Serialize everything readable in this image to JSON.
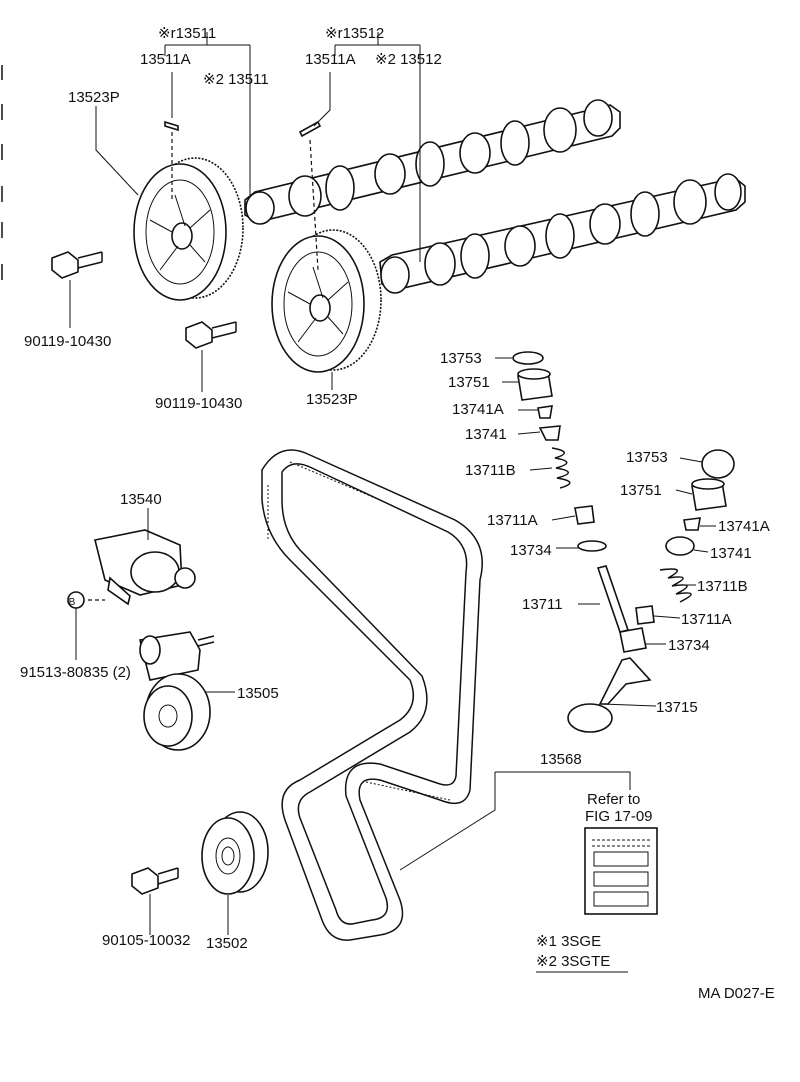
{
  "labels": {
    "p13511_star": "※r13511",
    "p13511A_left": "13511A",
    "p13511_star2": "※2 13511",
    "p13512_star": "※r13512",
    "p13511A_right": "13511A",
    "p13512_star2": "※2 13512",
    "p13523P_left": "13523P",
    "p13523P_right": "13523P",
    "p90119_left": "90119-10430",
    "p90119_right": "90119-10430",
    "p13753_a": "13753",
    "p13751_a": "13751",
    "p13741A_a": "13741A",
    "p13741_a": "13741",
    "p13711B_a": "13711B",
    "p13711A_a": "13711A",
    "p13734_a": "13734",
    "p13711": "13711",
    "p13753_b": "13753",
    "p13751_b": "13751",
    "p13741A_b": "13741A",
    "p13741_b": "13741",
    "p13711B_b": "13711B",
    "p13711A_b": "13711A",
    "p13734_b": "13734",
    "p13715": "13715",
    "p13540": "13540",
    "p91513": "91513-80835 (2)",
    "b_marker": "B",
    "p13505": "13505",
    "p13568": "13568",
    "refer_to": "Refer to",
    "fig_ref": "FIG 17-09",
    "p90105": "90105-10032",
    "p13502": "13502",
    "legend_1": "※1 3SGE",
    "legend_2": "※2 3SGTE",
    "diagram_code": "MA D027-E"
  }
}
